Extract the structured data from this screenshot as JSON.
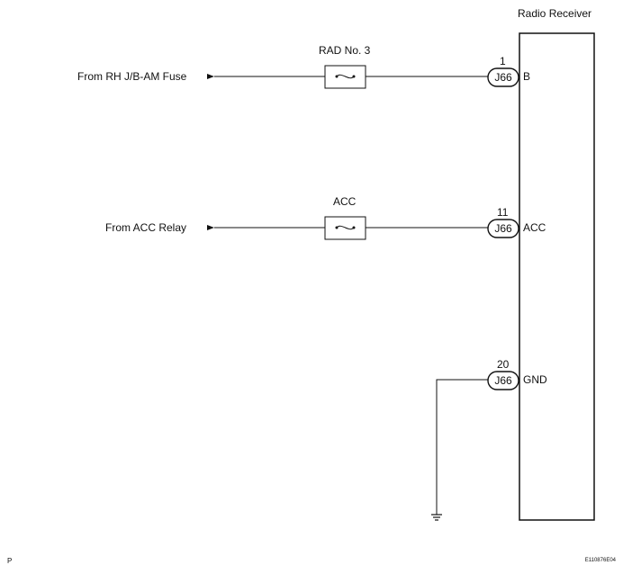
{
  "receiver": {
    "title": "Radio Receiver"
  },
  "circuits": [
    {
      "source_label": "From RH J/B-AM Fuse",
      "fuse_label": "RAD No. 3",
      "pin": "1",
      "connector": "J66",
      "terminal": "B"
    },
    {
      "source_label": "From ACC Relay",
      "fuse_label": "ACC",
      "pin": "11",
      "connector": "J66",
      "terminal": "ACC"
    },
    {
      "pin": "20",
      "connector": "J66",
      "terminal": "GND"
    }
  ],
  "footer": {
    "left_code": "P",
    "right_code": "E110876E04"
  }
}
